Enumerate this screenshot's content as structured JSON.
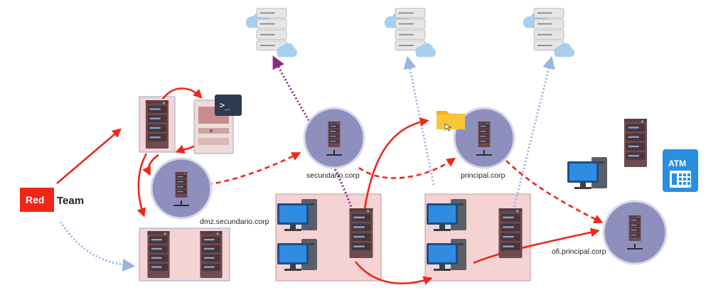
{
  "badge": {
    "red": "Red",
    "team": "Team"
  },
  "nodes": {
    "dmz": "dmz.secundario.corp",
    "secundario": "secundario.corp",
    "principal": "principal.corp",
    "ofi": "ofi.principal.corp"
  },
  "atm": "ATM",
  "terminal": ">_",
  "colors": {
    "attack": "#f0261a",
    "exfil_cloud": "#8a2a7e",
    "cloud_link": "#9ab6dc",
    "zone_fill": "#f6d3d3",
    "node_circle": "#8f8fbe",
    "cloud": "#a8cfee"
  }
}
